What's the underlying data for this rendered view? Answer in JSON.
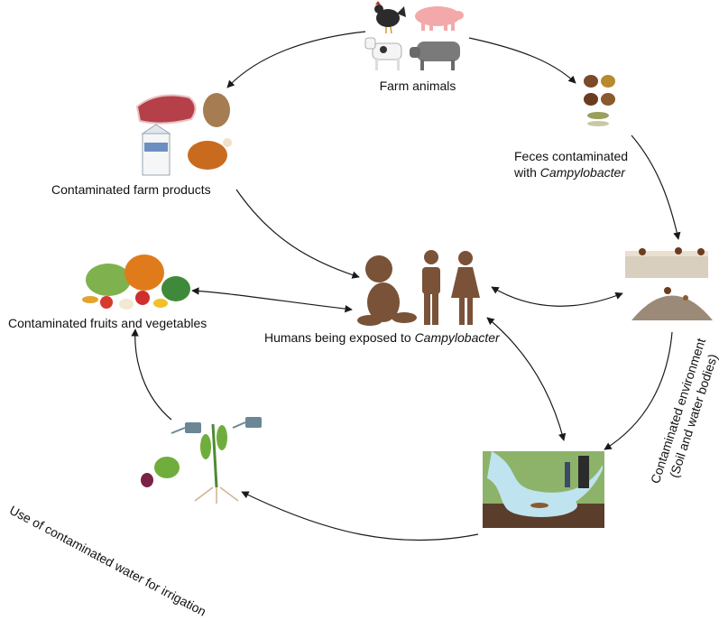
{
  "nodes": {
    "farm_animals": {
      "label": "Farm animals"
    },
    "feces": {
      "line1": "Feces contaminated",
      "line2_prefix": "with ",
      "line2_italic": "Campylobacter"
    },
    "farm_products": {
      "label": "Contaminated farm products"
    },
    "fruits_vegetables": {
      "label": "Contaminated fruits and vegetables"
    },
    "humans": {
      "prefix": "Humans being exposed to ",
      "italic": "Campylobacter"
    },
    "environment": {
      "line1": "Contaminated environment",
      "line2": "(Soil and water bodies)"
    },
    "irrigation": {
      "label": "Use of contaminated water for irrigation"
    }
  },
  "colors": {
    "arrow": "#1a1a1a",
    "human_skin": "#7a5238",
    "soil": "#5a3d2b",
    "grass": "#8db36a",
    "water": "#bfe3ef",
    "meat": "#b5404a",
    "pumpkin": "#e07b1c"
  }
}
